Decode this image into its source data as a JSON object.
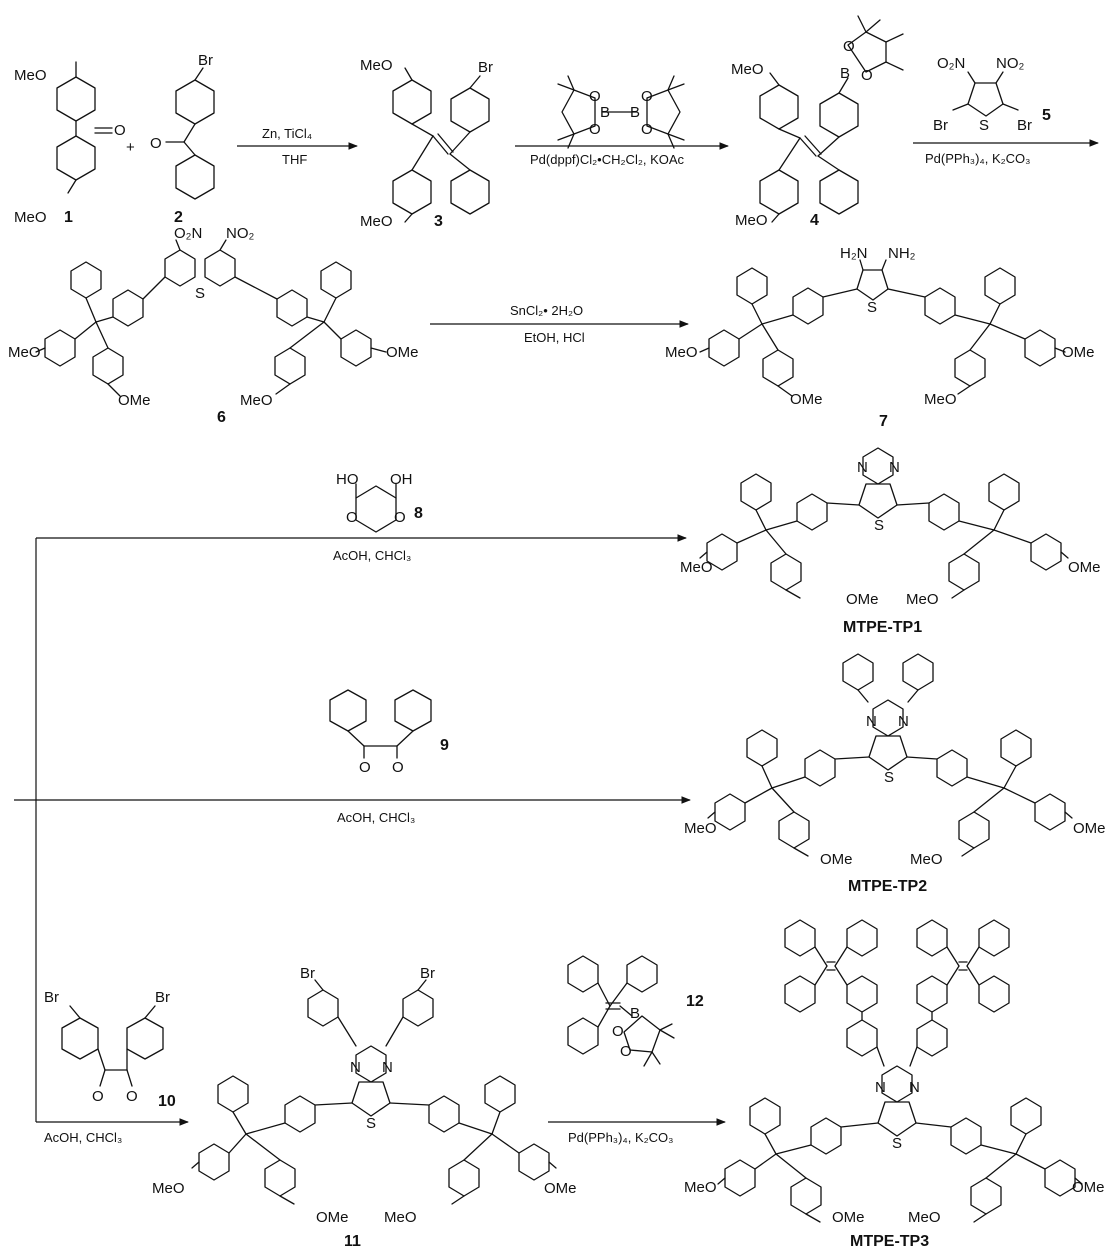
{
  "header": "",
  "groups": {
    "MeO": "MeO",
    "OMe": "OMe",
    "Br": "Br",
    "O": "O",
    "B": "B",
    "S": "S",
    "N": "N",
    "HO": "HO",
    "OH": "OH",
    "O2N": "O₂N",
    "NO2": "NO₂",
    "H2N": "H₂N",
    "NH2": "NH₂",
    "plus": "+"
  },
  "compounds": {
    "c1": "1",
    "c2": "2",
    "c3": "3",
    "c4": "4",
    "c5": "5",
    "c6": "6",
    "c7": "7",
    "c8": "8",
    "c9": "9",
    "c10": "10",
    "c11": "11",
    "c12": "12",
    "tp1": "MTPE-TP1",
    "tp2": "MTPE-TP2",
    "tp3": "MTPE-TP3"
  },
  "conditions": {
    "step1_top": "Zn, TiCl₄",
    "step1_bottom": "THF",
    "step2_bottom": "Pd(dppf)Cl₂•CH₂Cl₂, KOAc",
    "step3_bottom": "Pd(PPh₃)₄, K₂CO₃",
    "step4_top": "SnCl₂• 2H₂O",
    "step4_bottom": "EtOH, HCl",
    "step5_bottom": "AcOH, CHCl₃",
    "step6_bottom": "AcOH, CHCl₃",
    "step7_bottom": "AcOH, CHCl₃",
    "step8_bottom": "Pd(PPh₃)₄, K₂CO₃"
  }
}
